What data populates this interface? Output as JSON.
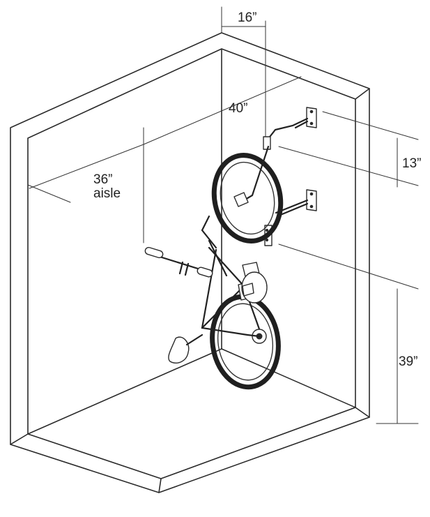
{
  "dimensions": {
    "rack_width": "16”",
    "depth": "40”",
    "aisle_value": "36”",
    "aisle_word": "aisle",
    "hook_spacing": "13”",
    "hook_height": "39”"
  }
}
